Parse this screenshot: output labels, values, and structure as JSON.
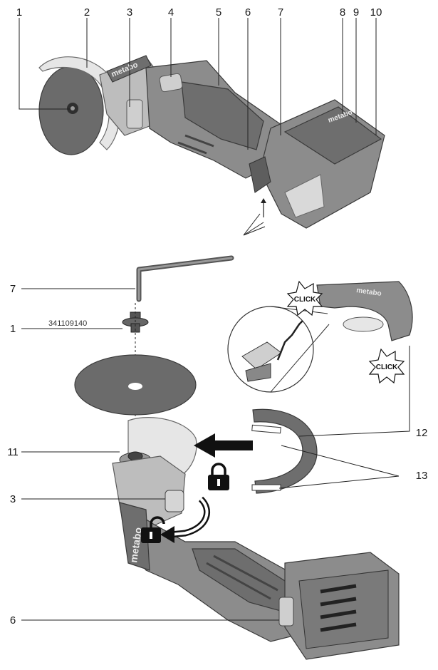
{
  "top_callouts": {
    "c1": "1",
    "c2": "2",
    "c3": "3",
    "c4": "4",
    "c5": "5",
    "c6": "6",
    "c7": "7",
    "c8": "8",
    "c9": "9",
    "c10": "10"
  },
  "bottom_callouts": {
    "c7": "7",
    "c1": "1",
    "c11": "11",
    "c3": "3",
    "c6": "6",
    "c12": "12",
    "c13": "13"
  },
  "part_number": "341109140",
  "brand_text": "metabo",
  "click_label": "CLICK",
  "icons": [
    "lock-closed-icon",
    "lock-open-icon",
    "rotate-arrow-icon",
    "insert-arrow-icon"
  ],
  "colors": {
    "body": "#6e6e6e",
    "guard": "#e6e6e6",
    "disc": "#6b6b6b"
  }
}
